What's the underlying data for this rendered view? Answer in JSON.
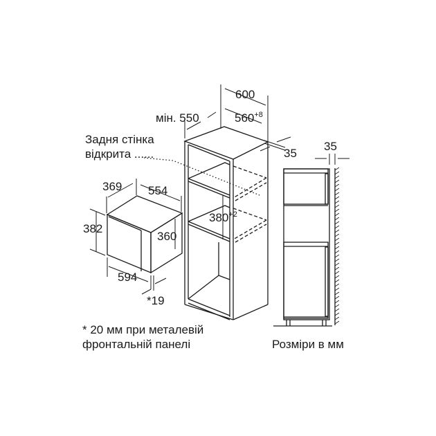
{
  "diagram": {
    "title": "Built-in microwave installation dimensions (tall cabinet)",
    "labels": {
      "back_wall_open_line1": "Задня стінка",
      "back_wall_open_line2": "відкрита",
      "back_wall_dots": "......",
      "min_depth": "мін. 550",
      "cabinet_width": "600",
      "niche_width": "560",
      "niche_width_tol": "+8",
      "front_offset": "35",
      "wall_gap": "35",
      "niche_height": "380",
      "niche_height_tol": "+2",
      "appliance_depth": "369",
      "appliance_width_body": "554",
      "appliance_height": "382",
      "appliance_body_height": "360",
      "appliance_width": "594",
      "front_panel_depth": "*19",
      "footnote_line1": "* 20 мм при металевій",
      "footnote_line2": "фронтальній панелі",
      "units": "Розміри в мм"
    },
    "colors": {
      "line": "#1a1a1a",
      "background": "#ffffff"
    }
  }
}
